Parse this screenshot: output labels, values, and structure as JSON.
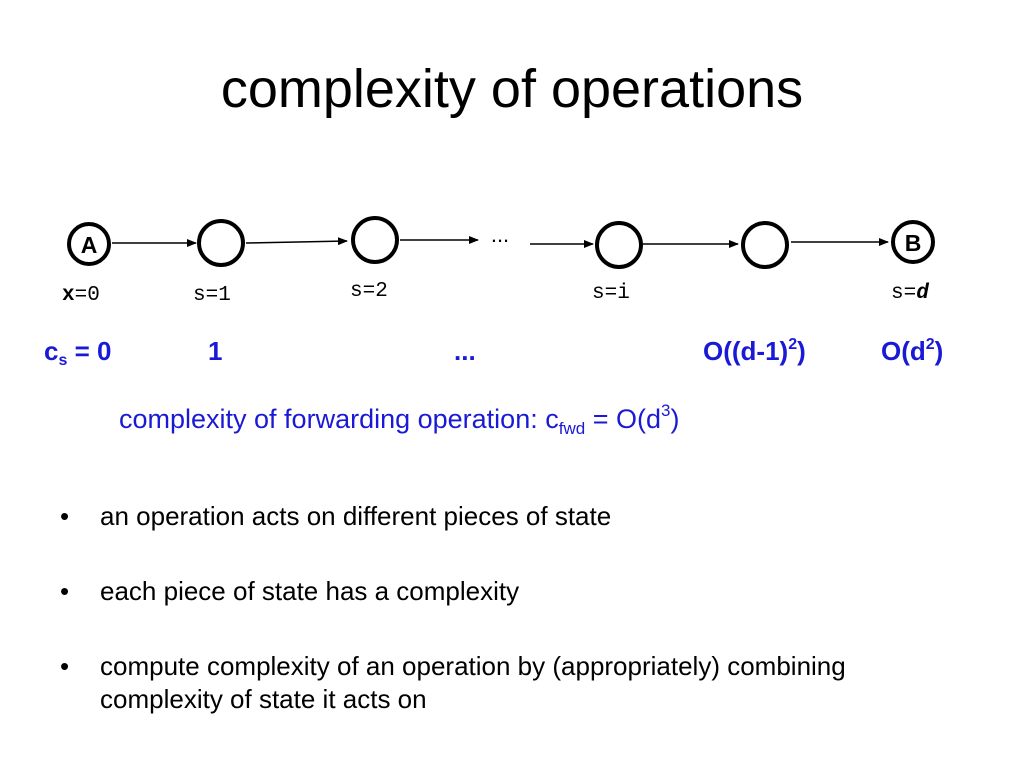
{
  "title": "complexity of operations",
  "diagram": {
    "node_a_label": "A",
    "node_b_label": "B",
    "ellipsis": "...",
    "position_labels": {
      "x0_var": "x",
      "x0_eq": "=0",
      "s1": "s=1",
      "s2": "s=2",
      "si": "s=i",
      "sd_prefix": "s=",
      "sd_var": "d"
    },
    "complexities": {
      "cs_c": "c",
      "cs_sub": "s",
      "cs_rest": " = 0",
      "c1": "1",
      "c_dots": "...",
      "c_di_main": "O((d-1)",
      "c_di_sup": "2",
      "c_di_close": ")",
      "c_d_main": "O(d",
      "c_d_sup": "2",
      "c_d_close": ")"
    }
  },
  "forwarding": {
    "text": "complexity of forwarding operation: c",
    "sub": "fwd",
    "eq": " =  O(d",
    "sup": "3",
    "close": ")"
  },
  "bullets": [
    "an operation acts on different pieces of state",
    "each piece of state has a complexity",
    "compute complexity of an operation by (appropriately) combining complexity of state it acts on"
  ],
  "bullet_symbol": "•",
  "colors": {
    "accent": "#1a1ad6",
    "text": "#000000"
  }
}
